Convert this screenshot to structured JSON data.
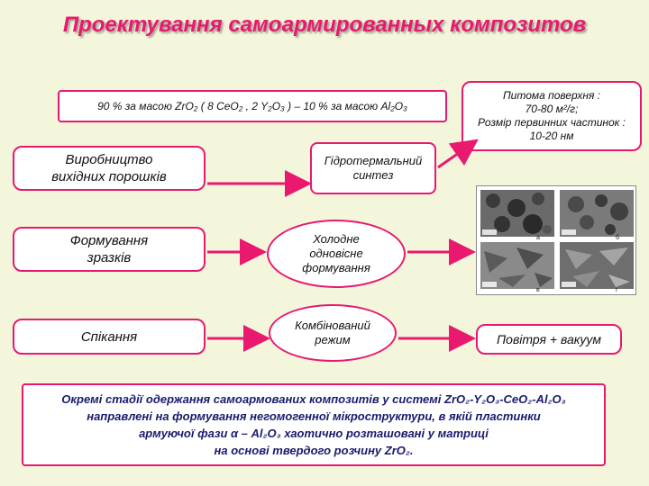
{
  "title": "Проектування самоармированных композитов",
  "formula_label": "90 % за масою ZrO₂ ( 8 CeO₂ , 2 Y₂O₃ ) – 10 % за масою Al₂O₃",
  "properties": {
    "line1": "Питома поверхня :",
    "line2": "70-80 м²/г;",
    "line3": "Розмір первинних частинок :",
    "line4": "10-20 нм"
  },
  "stages": [
    {
      "label_line1": "Виробництво",
      "label_line2": "вихідних порошків"
    },
    {
      "label_line1": "Формування",
      "label_line2": "зразків"
    },
    {
      "label_line1": "Спікання",
      "label_line2": ""
    }
  ],
  "methods": [
    {
      "label_line1": "Гідротермальний",
      "label_line2": "синтез",
      "label_line3": ""
    },
    {
      "label_line1": "Холодне",
      "label_line2": "одновісне",
      "label_line3": "формування"
    },
    {
      "label_line1": "Комбінований",
      "label_line2": "режим",
      "label_line3": ""
    }
  ],
  "result_label": "Повітря + вакуум",
  "micrograph": {
    "tags": [
      "а",
      "б",
      "в",
      "г"
    ]
  },
  "bottom_note": {
    "line1": "Окремі стадії одержання самоармованих композитів у системі  ZrO₂-Y₂O₃-CeO₂-Al₂O₃",
    "line2": "направлені на формування  негомогенної мікроструктури, в якій пластинки",
    "line3": "армуючої фази  α – Al₂O₃ хаотично розташовані у матриці",
    "line4": "на основі твердого розчину  ZrO₂."
  },
  "colors": {
    "accent": "#e8196e",
    "background": "#f4f6dc",
    "note_text": "#1a1a6e"
  }
}
